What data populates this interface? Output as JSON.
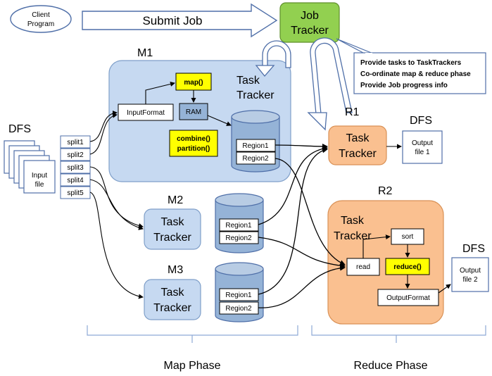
{
  "client_program": [
    "Client",
    "Program"
  ],
  "submit_job": "Submit Job",
  "job_tracker": [
    "Job",
    "Tracker"
  ],
  "job_tracker_notes": [
    "Provide tasks to TaskTrackers",
    "Co-ordinate map & reduce phase",
    "Provide Job progress info"
  ],
  "dfs_label": "DFS",
  "input_file": [
    "Input",
    "file"
  ],
  "splits": [
    "split1",
    "split2",
    "split3",
    "split4",
    "split5"
  ],
  "m1": {
    "label": "M1",
    "task_tracker": [
      "Task",
      "Tracker"
    ],
    "input_format": "InputFormat",
    "map_fn": "map()",
    "ram": "RAM",
    "combine_partition": [
      "combine()",
      "partition()"
    ],
    "regions": [
      "Region1",
      "Region2"
    ]
  },
  "m2": {
    "label": "M2",
    "task_tracker": [
      "Task",
      "Tracker"
    ],
    "regions": [
      "Region1",
      "Region2"
    ]
  },
  "m3": {
    "label": "M3",
    "task_tracker": [
      "Task",
      "Tracker"
    ],
    "regions": [
      "Region1",
      "Region2"
    ]
  },
  "r1": {
    "label": "R1",
    "task_tracker": [
      "Task",
      "Tracker"
    ],
    "dfs": "DFS",
    "output": [
      "Output",
      "file 1"
    ]
  },
  "r2": {
    "label": "R2",
    "task_tracker": [
      "Task",
      "Tracker"
    ],
    "read": "read",
    "sort": "sort",
    "reduce_fn": "reduce()",
    "output_format": "OutputFormat",
    "dfs": "DFS",
    "output": [
      "Output",
      "file 2"
    ]
  },
  "phases": [
    "Map Phase",
    "Reduce Phase"
  ]
}
